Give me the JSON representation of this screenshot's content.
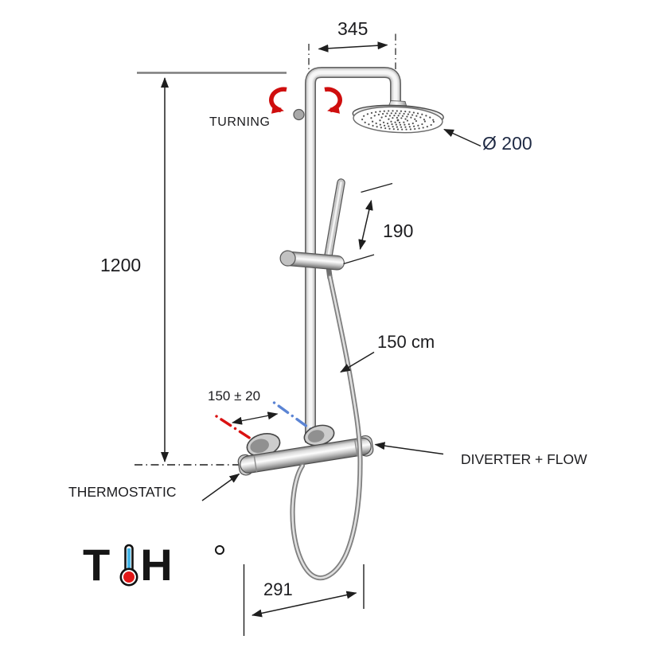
{
  "labels": {
    "top_width": "345",
    "turning": "TURNING",
    "head_diameter": "Ø 200",
    "column_height": "1200",
    "handshower_length": "190",
    "hose_length": "150 cm",
    "inlet_spacing": "150 ± 20",
    "thermostatic": "THERMOSTATIC",
    "diverter": "DIVERTER + FLOW",
    "bottom_width": "291"
  },
  "logo": {
    "letter_left": "T",
    "letter_right": "H",
    "icon": "thermometer-icon"
  },
  "colors": {
    "background": "#ffffff",
    "text": "#1c1c1f",
    "diameter_text": "#1f2a44",
    "dimension_line": "#1e1e1e",
    "turning_arrow_red": "#cf0e0e",
    "hot_water_red": "#da1212",
    "cold_water_blue": "#5b84d4",
    "chrome_edge": "#5f5f5f",
    "chrome_light": "#f3f3f3",
    "logo_thermo_blue": "#45b6e8",
    "logo_thermo_red": "#e21717"
  }
}
